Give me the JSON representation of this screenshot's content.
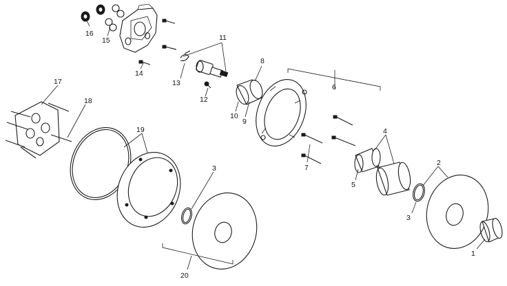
{
  "diagram": {
    "type": "exploded-parts-view",
    "colors": {
      "line": "#1a1a1a",
      "background": "#ffffff"
    },
    "callouts": {
      "c1": "1",
      "c2": "2",
      "c3a": "3",
      "c3b": "3",
      "c4": "4",
      "c5": "5",
      "c6": "6",
      "c7": "7",
      "c8": "8",
      "c9": "9",
      "c10": "10",
      "c11": "11",
      "c12": "12",
      "c13": "13",
      "c14": "14",
      "c15": "15",
      "c16": "16",
      "c17": "17",
      "c18": "18",
      "c19": "19",
      "c20": "20"
    }
  }
}
